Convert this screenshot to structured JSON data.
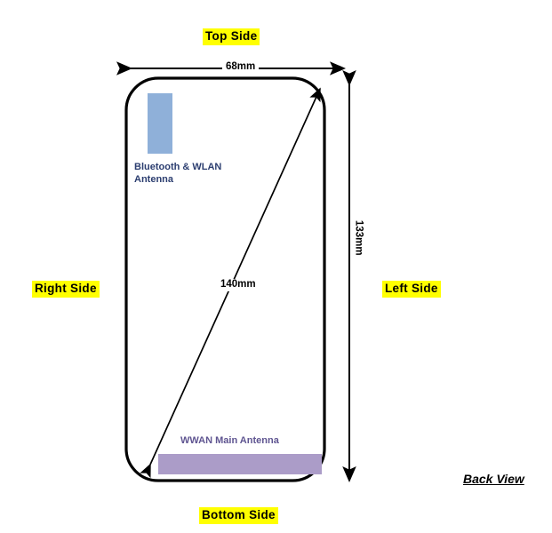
{
  "diagram": {
    "title_caption": "Back View",
    "orientation_labels": {
      "top": "Top Side",
      "bottom": "Bottom Side",
      "right": "Right Side",
      "left": "Left Side"
    },
    "dimensions": {
      "width": "68mm",
      "height": "133mm",
      "diagonal": "140mm"
    },
    "antennas": [
      {
        "id": "bluetooth-wlan",
        "label": "Bluetooth & WLAN\nAntenna",
        "fill_color": "#8fb0d9",
        "text_color": "#2c3e70"
      },
      {
        "id": "wwan-main",
        "label": "WWAN Main Antenna",
        "fill_color": "#ab9cc8",
        "text_color": "#5f5591"
      }
    ],
    "colors": {
      "highlight": "#ffff00",
      "outline": "#000000",
      "background": "#ffffff"
    }
  }
}
